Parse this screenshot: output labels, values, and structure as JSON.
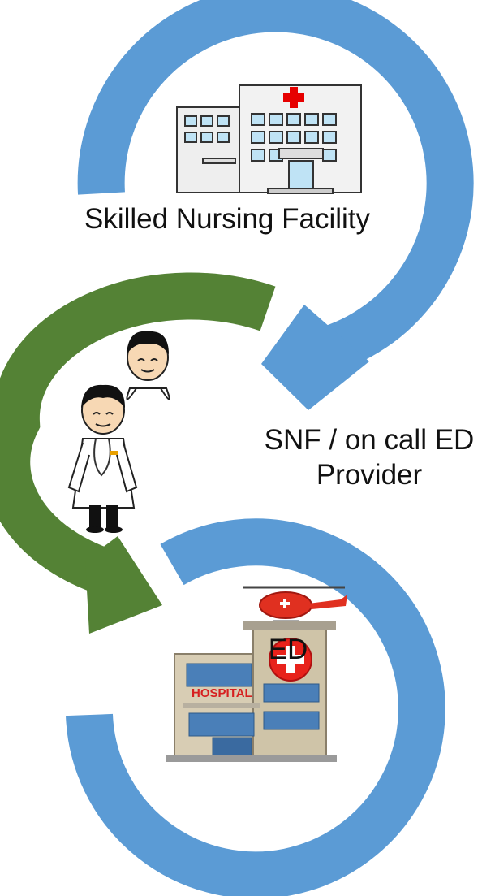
{
  "colors": {
    "blue_arrow": "#5b9bd5",
    "green_arrow": "#548235",
    "background": "#ffffff"
  },
  "nodes": {
    "snf": {
      "label": "Skilled Nursing Facility",
      "icon": "nursing-facility-building-icon"
    },
    "provider": {
      "label_line1": "SNF / on call ED",
      "label_line2": "Provider",
      "icons": [
        "doctor-head-icon",
        "doctor-stethoscope-icon"
      ]
    },
    "ed": {
      "label": "ED",
      "icon": "hospital-helicopter-icon",
      "sign_text": "HOSPITAL"
    }
  }
}
